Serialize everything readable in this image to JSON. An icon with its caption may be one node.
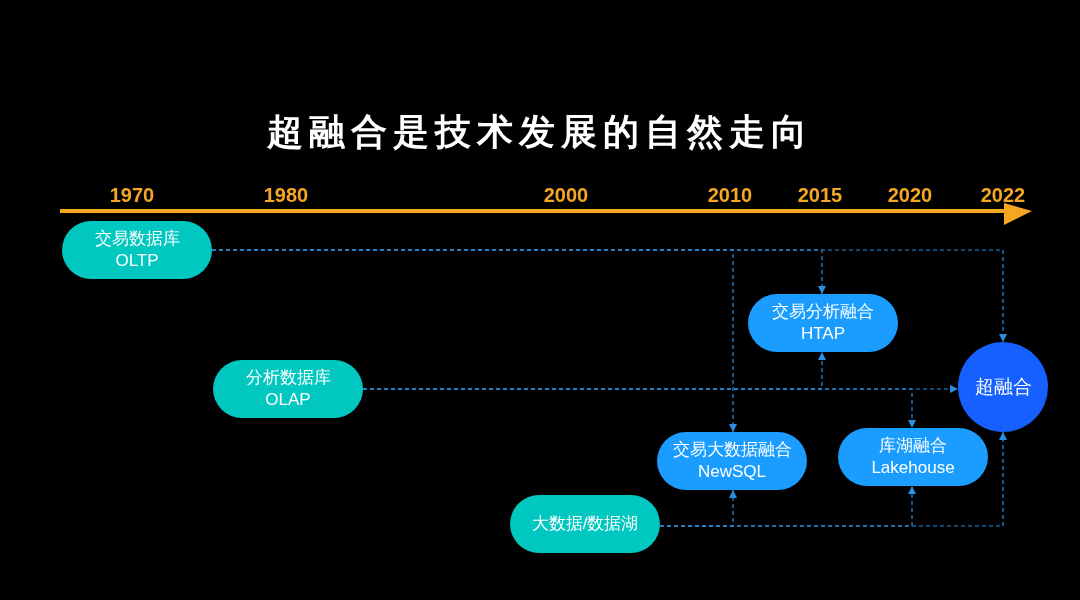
{
  "diagram": {
    "title": "超融合是技术发展的自然走向",
    "nodes": [
      {
        "text": [
          "交易数据库",
          "OLTP"
        ]
      },
      {
        "text": [
          "分析数据库",
          "OLAP"
        ]
      },
      {
        "text": [
          "交易分析融合",
          "HTAP"
        ]
      },
      {
        "text": [
          "超融合"
        ]
      },
      {
        "text": [
          "交易大数据融合",
          "NewSQL"
        ]
      },
      {
        "text": [
          "库湖融合",
          "Lakehouse"
        ]
      },
      {
        "text": [
          "大数据/数据湖"
        ]
      }
    ],
    "edges": [
      {
        "from": 0,
        "to": 2,
        "arrow": "to",
        "style": "dashed"
      },
      {
        "from": 0,
        "to": 4,
        "arrow": "to",
        "style": "dashed"
      },
      {
        "from": 0,
        "to": 3,
        "arrow": "to",
        "style": "dashed"
      },
      {
        "from": 1,
        "to": 2,
        "arrow": "to",
        "style": "dashed"
      },
      {
        "from": 1,
        "to": 3,
        "arrow": "to",
        "style": "dashed"
      },
      {
        "from": 1,
        "to": 5,
        "arrow": "to",
        "style": "dashed"
      },
      {
        "from": 6,
        "to": 4,
        "arrow": "to",
        "style": "dashed"
      },
      {
        "from": 6,
        "to": 5,
        "arrow": "to",
        "style": "dashed"
      },
      {
        "from": 6,
        "to": 3,
        "arrow": "to",
        "style": "dashed"
      }
    ],
    "labels": [
      "1970",
      "1980",
      "2000",
      "2010",
      "2015",
      "2020",
      "2022"
    ]
  }
}
